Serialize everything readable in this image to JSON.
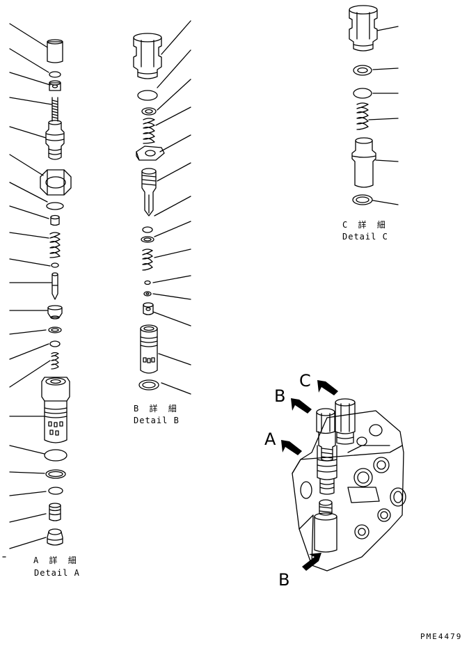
{
  "details": [
    {
      "key": "A",
      "jp": "詳 細",
      "label": "Detail",
      "letter": "A"
    },
    {
      "key": "B",
      "jp": "詳 細",
      "label": "Detail",
      "letter": "B"
    },
    {
      "key": "C",
      "jp": "詳 細",
      "label": "Detail",
      "letter": "C"
    }
  ],
  "assembly_callouts": {
    "a": "A",
    "b_top": "B",
    "b_bottom": "B",
    "c": "C"
  },
  "drawing_code": "PME4479"
}
